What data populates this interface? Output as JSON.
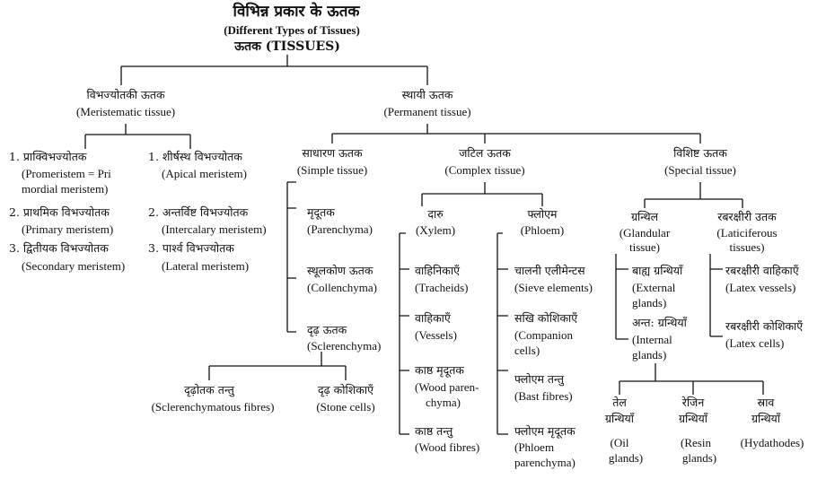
{
  "title_hi": "विभिन्न प्रकार के ऊतक",
  "title_en": "(Different Types of Tissues)",
  "root_label": "ऊतक (TISSUES)",
  "meristematic": {
    "hi": "विभज्योतकी ऊतक",
    "en": "(Meristematic tissue)",
    "left_items": [
      {
        "num": "1.",
        "hi": "प्राक्विभज्योतक",
        "en1": "(Promeristem = Pri",
        "en2": "mordial meristem)"
      },
      {
        "num": "2.",
        "hi": "प्राथमिक विभज्योतक",
        "en1": "(Primary meristem)"
      },
      {
        "num": "3.",
        "hi": "द्वितीयक विभज्योतक",
        "en1": "(Secondary meristem)"
      }
    ],
    "right_items": [
      {
        "num": "1.",
        "hi": "शीर्षस्थ विभज्योतक",
        "en1": "(Apical meristem)"
      },
      {
        "num": "2.",
        "hi": "अन्तर्विष्ट विभज्योतक",
        "en1": "(Intercalary meristem)"
      },
      {
        "num": "3.",
        "hi": "पार्श्व विभज्योतक",
        "en1": "(Lateral meristem)"
      }
    ]
  },
  "permanent": {
    "hi": "स्थायी ऊतक",
    "en": "(Permanent tissue)"
  },
  "simple": {
    "hi": "साधारण ऊतक",
    "en": "(Simple tissue)",
    "parenchyma": {
      "hi": "मृदूतक",
      "en": "(Parenchyma)"
    },
    "collenchyma": {
      "hi": "स्थूलकोण ऊतक",
      "en": "(Collenchyma)"
    },
    "sclerenchyma": {
      "hi": "दृढ़ ऊतक",
      "en": "(Sclerenchyma)"
    },
    "fibres": {
      "hi": "दृढ़ोतक तन्तु",
      "en": "(Sclerenchymatous fibres)"
    },
    "stone": {
      "hi": "दृढ़ कोशिकाएँ",
      "en": "(Stone cells)"
    }
  },
  "complex": {
    "hi": "जटिल ऊतक",
    "en": "(Complex tissue)",
    "xylem": {
      "hi": "दारु",
      "en": "(Xylem)"
    },
    "phloem": {
      "hi": "फ्लोएम",
      "en": "(Phloem)"
    },
    "xylem_items": [
      {
        "hi": "वाहिनिकाएँ",
        "en1": "(Tracheids)"
      },
      {
        "hi": "वाहिकाएँ",
        "en1": "(Vessels)"
      },
      {
        "hi": "काष्ठ मृदूतक",
        "en1": "(Wood paren-",
        "en2": "chyma)"
      },
      {
        "hi": "काष्ठ तन्तु",
        "en1": "(Wood fibres)"
      }
    ],
    "phloem_items": [
      {
        "hi": "चालनी एलीमेन्टस",
        "en1": "(Sieve elements)"
      },
      {
        "hi": "सखि कोशिकाएँ",
        "en1": "(Companion",
        "en2": "cells)"
      },
      {
        "hi": "फ्लोएम तन्तु",
        "en1": "(Bast fibres)"
      },
      {
        "hi": "फ्लोएम मृदूतक",
        "en1": "(Phloem",
        "en2": "parenchyma)"
      }
    ]
  },
  "special": {
    "hi": "विशिष्ट ऊतक",
    "en": "(Special tissue)",
    "glandular": {
      "hi": "ग्रन्थिल",
      "en1": "(Glandular",
      "en2": "tissue)"
    },
    "laticiferous": {
      "hi": "रबरक्षीरी उतक",
      "en1": "(Laticiferous",
      "en2": "tissues)"
    },
    "external": {
      "hi": "बाह्य ग्रन्थियाँ",
      "en1": "(External",
      "en2": "glands)"
    },
    "internal": {
      "hi": "अन्त: ग्रन्थियाँ",
      "en1": "(Internal",
      "en2": "glands)"
    },
    "latex_vessels": {
      "hi": "रबरक्षीरी वाहिकाएँ",
      "en": "(Latex vessels)"
    },
    "latex_cells": {
      "hi": "रबरक्षीरी कोशिकाएँ",
      "en": "(Latex cells)"
    },
    "oil": {
      "hi1": "तेल",
      "hi2": "ग्रन्थियाँ",
      "en1": "(Oil",
      "en2": "glands)"
    },
    "resin": {
      "hi1": "रेजिन",
      "hi2": "ग्रन्थियाँ",
      "en1": "(Resin",
      "en2": "glands)"
    },
    "hydathodes": {
      "hi1": "स्राव",
      "hi2": "ग्रन्थियाँ",
      "en1": "(Hydathodes)"
    }
  }
}
